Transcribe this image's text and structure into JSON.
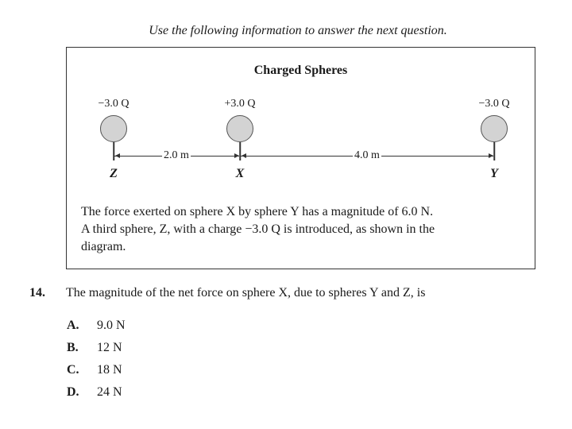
{
  "intro": "Use the following information to answer the next question.",
  "diagram": {
    "title": "Charged Spheres",
    "spheres": [
      {
        "label": "Z",
        "charge": "−3.0 Q"
      },
      {
        "label": "X",
        "charge": "+3.0 Q"
      },
      {
        "label": "Y",
        "charge": "−3.0 Q"
      }
    ],
    "distances": [
      {
        "label": "2.0 m"
      },
      {
        "label": "4.0 m"
      }
    ],
    "sphere_color": "#d3d3d3"
  },
  "info": {
    "line1": "The force exerted on sphere X by sphere Y has a magnitude of  6.0 N.",
    "line2": "A third sphere, Z, with a charge  −3.0 Q  is introduced, as shown in the",
    "line3": "diagram."
  },
  "question": {
    "number": "14.",
    "text": "The magnitude of the net force on sphere X, due to spheres Y and Z, is"
  },
  "options": [
    {
      "letter": "A.",
      "text": "9.0 N"
    },
    {
      "letter": "B.",
      "text": "12 N"
    },
    {
      "letter": "C.",
      "text": "18 N"
    },
    {
      "letter": "D.",
      "text": "24 N"
    }
  ]
}
